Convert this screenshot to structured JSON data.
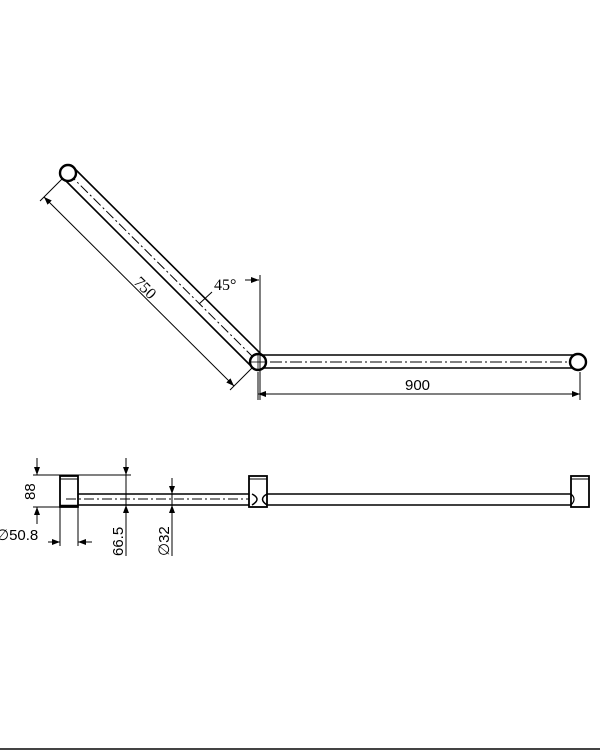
{
  "top_view": {
    "dim_angled_length": "750",
    "dim_angle": "45°",
    "dim_straight_length": "900"
  },
  "side_view": {
    "dim_flange_height": "88",
    "dim_flange_diameter": "∅50.8",
    "dim_projection": "66.5",
    "dim_tube_diameter": "∅32"
  },
  "colors": {
    "line": "#000000",
    "bottom_rule": "#444444"
  }
}
